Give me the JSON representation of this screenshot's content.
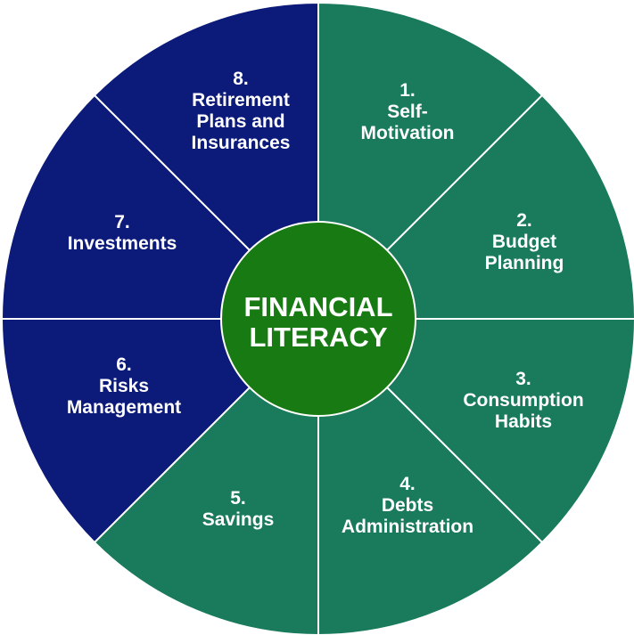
{
  "center": {
    "line1": "FINANCIAL",
    "line2": "LITERACY",
    "color": "#177a12"
  },
  "colors": {
    "green": "#1a7a5c",
    "navy": "#0c1a7a",
    "divider": "#ffffff"
  },
  "segments": [
    {
      "number": "1.",
      "lines": [
        "Self-",
        "Motivation"
      ],
      "color": "green"
    },
    {
      "number": "2.",
      "lines": [
        "Budget",
        "Planning"
      ],
      "color": "green"
    },
    {
      "number": "3.",
      "lines": [
        "Consumption",
        "Habits"
      ],
      "color": "green"
    },
    {
      "number": "4.",
      "lines": [
        "Debts",
        "Administration"
      ],
      "color": "green"
    },
    {
      "number": "5.",
      "lines": [
        "Savings"
      ],
      "color": "green"
    },
    {
      "number": "6.",
      "lines": [
        "Risks",
        "Management"
      ],
      "color": "navy"
    },
    {
      "number": "7.",
      "lines": [
        "Investments"
      ],
      "color": "navy"
    },
    {
      "number": "8.",
      "lines": [
        "Retirement",
        "Plans and",
        "Insurances"
      ],
      "color": "navy"
    }
  ]
}
